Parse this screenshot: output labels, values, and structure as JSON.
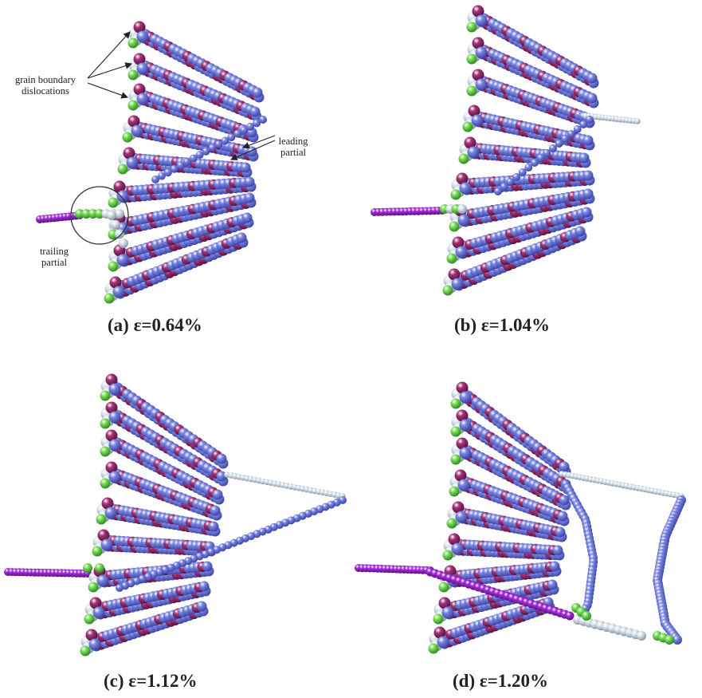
{
  "panels": [
    {
      "id": "a",
      "caption": "(a) ε=0.64%"
    },
    {
      "id": "b",
      "caption": "(b) ε=1.04%"
    },
    {
      "id": "c",
      "caption": "(c) ε=1.12%"
    },
    {
      "id": "d",
      "caption": "(d) ε=1.20%"
    }
  ],
  "annotations": {
    "gb_label_line1": "grain boundary",
    "gb_label_line2": "dislocations",
    "leading_line1": "leading",
    "leading_line2": "partial",
    "trailing_line1": "trailing",
    "trailing_line2": "partial"
  },
  "colors": {
    "blue": "#7b86e0",
    "blue_dark": "#3d45a8",
    "magenta": "#a43478",
    "green": "#7ce05a",
    "white_atom": "#dce6ee",
    "purple": "#a22bd6"
  }
}
